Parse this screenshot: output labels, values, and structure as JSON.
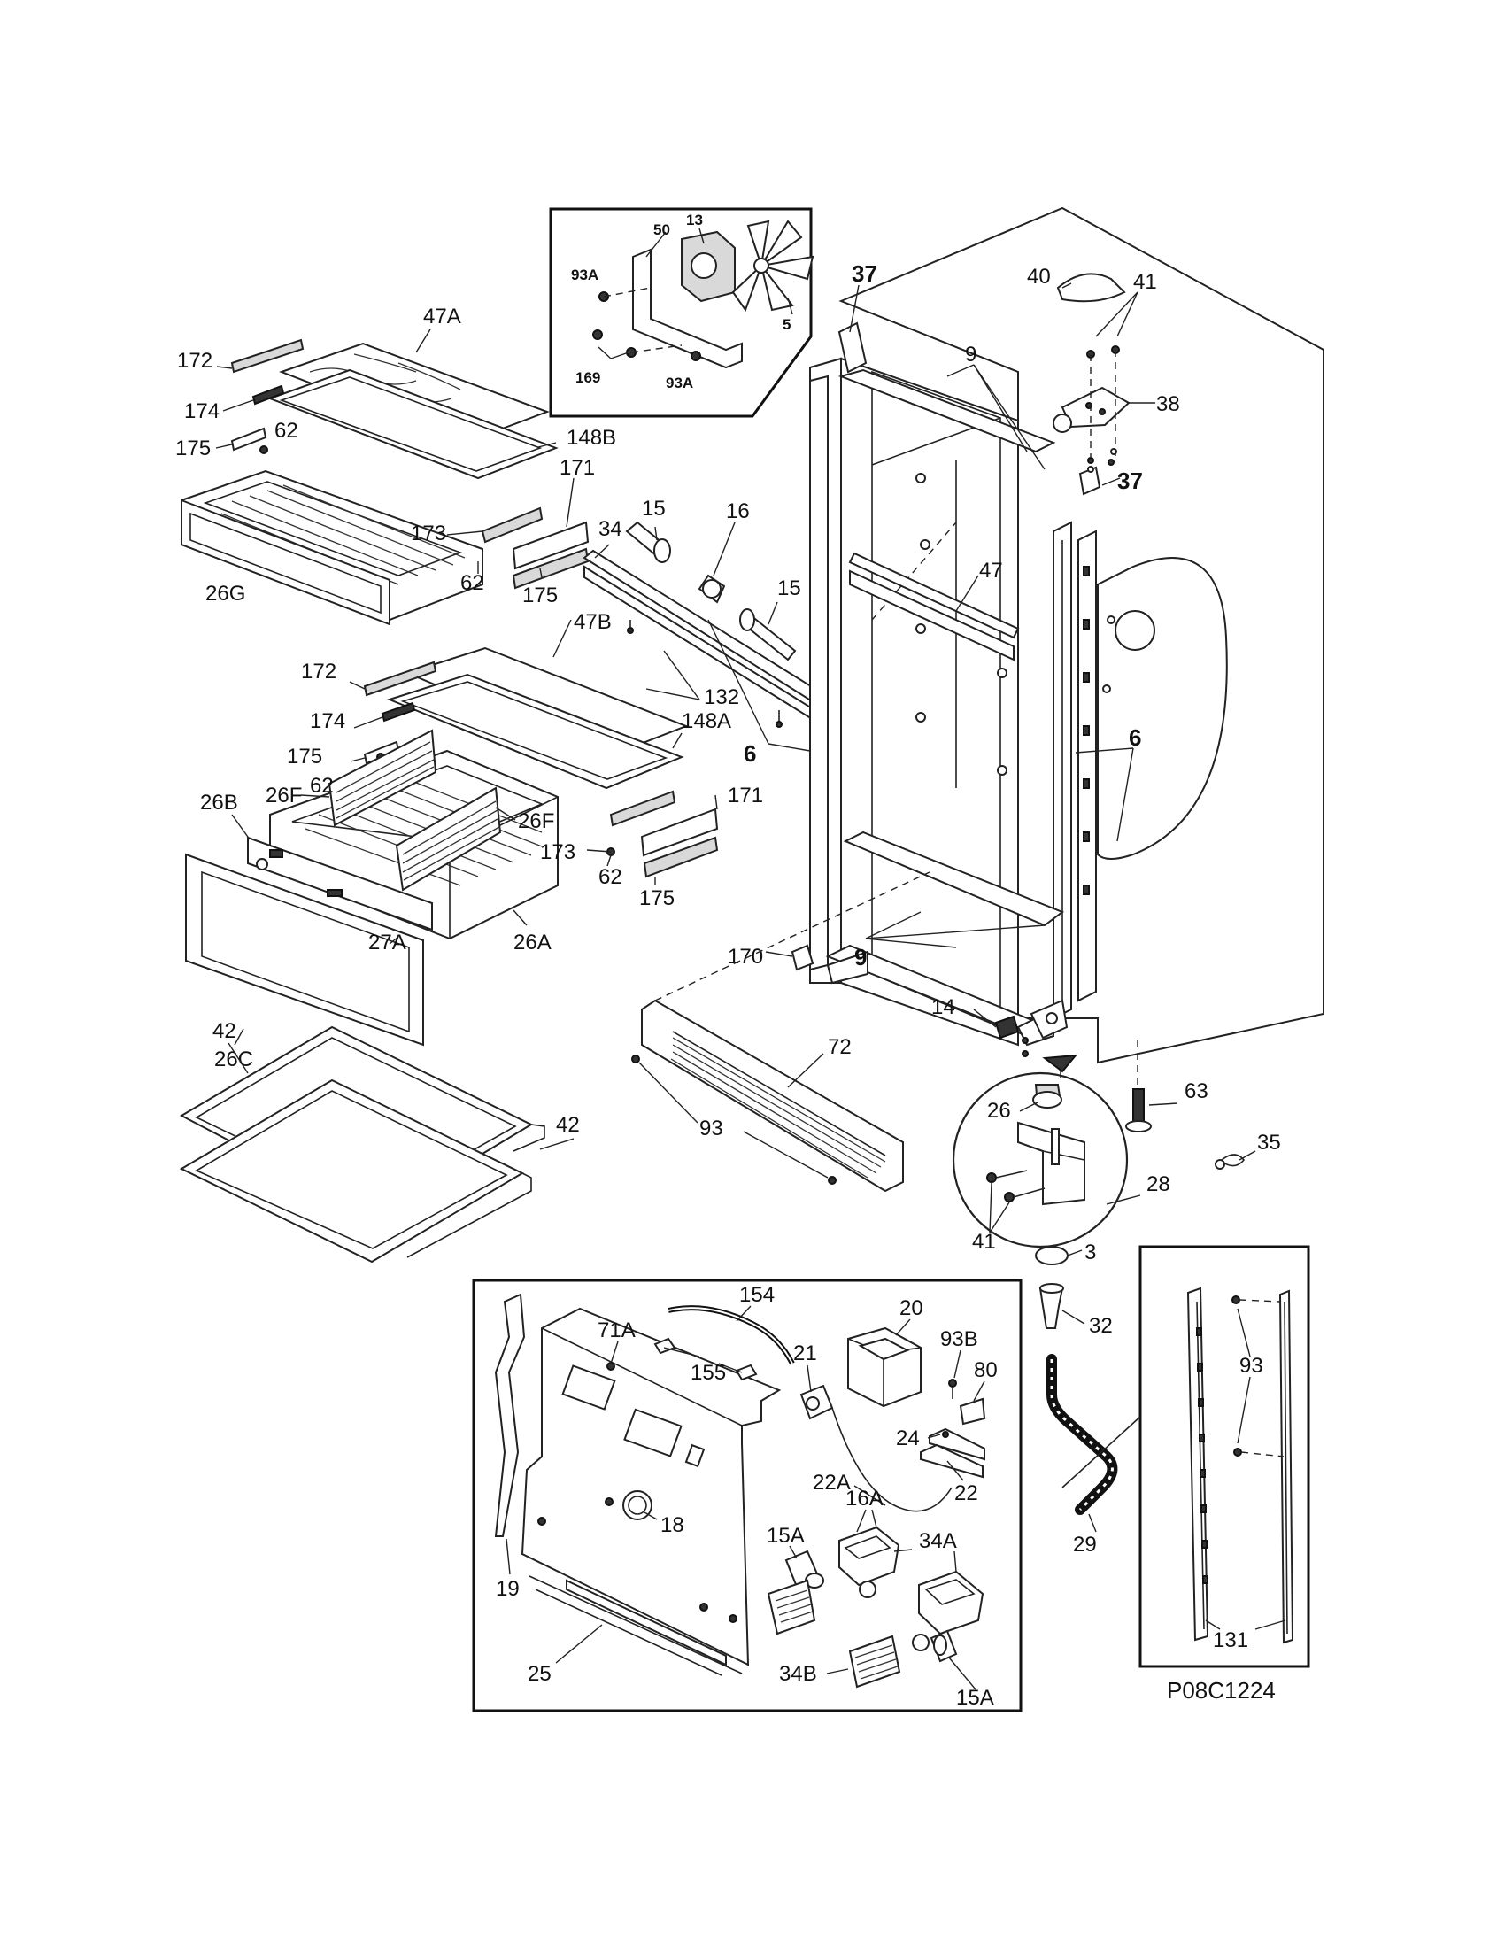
{
  "drawing_code": "P08C1224",
  "callouts": {
    "c50": "50",
    "c13": "13",
    "c93a_1": "93A",
    "c93a_2": "93A",
    "c5": "5",
    "c169": "169",
    "c47a": "47A",
    "c172_1": "172",
    "c174_1": "174",
    "c175_1": "175",
    "c62_1": "62",
    "c148b": "148B",
    "c171_1": "171",
    "c173_1": "173",
    "c62_2": "62",
    "c175_2": "175",
    "c26g": "26G",
    "c34": "34",
    "c15_1": "15",
    "c16": "16",
    "c15_2": "15",
    "c132": "132",
    "c47b": "47B",
    "c172_2": "172",
    "c174_2": "174",
    "c175_3": "175",
    "c62_3": "62",
    "c148a": "148A",
    "c26f_1": "26F",
    "c26f_2": "26F",
    "c26b": "26B",
    "c171_2": "171",
    "c173_2": "173",
    "c62_4": "62",
    "c175_4": "175",
    "c27a": "27A",
    "c26a": "26A",
    "c26c": "26C",
    "c37_1": "37",
    "c37_2": "37",
    "c40": "40",
    "c41_1": "41",
    "c38": "38",
    "c9_1": "9",
    "c47": "47",
    "c6_1": "6",
    "c6_2": "6",
    "c170": "170",
    "c9_2": "9",
    "c14": "14",
    "c72": "72",
    "c93_1": "93",
    "c42_1": "42",
    "c42_2": "42",
    "c63": "63",
    "c26": "26",
    "c28": "28",
    "c41_2": "41",
    "c35": "35",
    "c3": "3",
    "c32": "32",
    "c29": "29",
    "c93_2": "93",
    "c131": "131",
    "c71a": "71A",
    "c154": "154",
    "c155": "155",
    "c21": "21",
    "c20": "20",
    "c93b": "93B",
    "c80": "80",
    "c24": "24",
    "c22": "22",
    "c22a": "22A",
    "c18": "18",
    "c19": "19",
    "c25": "25",
    "c15a_1": "15A",
    "c16a": "16A",
    "c34a": "34A",
    "c34b": "34B",
    "c15a_2": "15A"
  }
}
